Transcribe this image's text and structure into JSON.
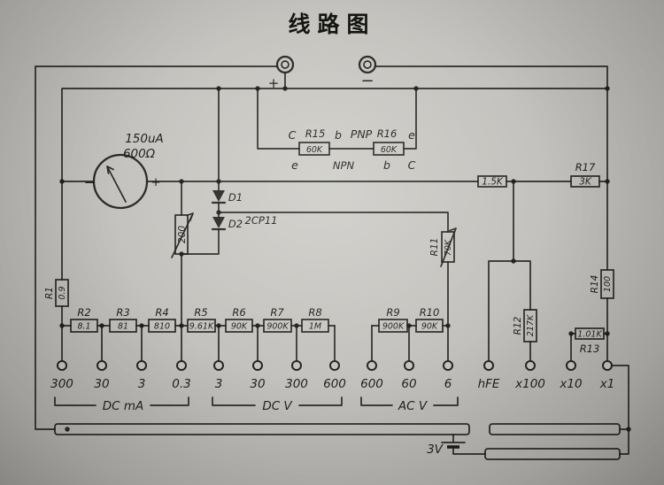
{
  "title": "线路图",
  "jacks": {
    "plus": "+",
    "minus": "−"
  },
  "meter": {
    "rating": "150uA",
    "resistance": "600Ω",
    "neg": "−",
    "pos": "+"
  },
  "transistor_test": {
    "c1": "C",
    "r15_name": "R15",
    "b1": "b",
    "pnp": "PNP",
    "e1": "e",
    "npn": "NPN",
    "r15_value": "60K",
    "r16_name": "R16",
    "e2": "e",
    "r16_value": "60K",
    "b2": "b",
    "c2": "C"
  },
  "diodes": {
    "d1": "D1",
    "d2": "D2",
    "type": "2CP11"
  },
  "resistors": {
    "pot200": "200",
    "series": "1.5K",
    "r1": {
      "name": "R1",
      "value": "0.9"
    },
    "r2": {
      "name": "R2",
      "value": "8.1"
    },
    "r3": {
      "name": "R3",
      "value": "81"
    },
    "r4": {
      "name": "R4",
      "value": "810"
    },
    "r5": {
      "name": "R5",
      "value": "9.61K"
    },
    "r6": {
      "name": "R6",
      "value": "90K"
    },
    "r7": {
      "name": "R7",
      "value": "900K"
    },
    "r8": {
      "name": "R8",
      "value": "1M"
    },
    "r9": {
      "name": "R9",
      "value": "900K"
    },
    "r10": {
      "name": "R10",
      "value": "90K"
    },
    "r11": {
      "name": "R11",
      "value": "70K"
    },
    "r12": {
      "name": "R12",
      "value": "217K"
    },
    "r13": {
      "name": "R13",
      "value": "1.01K"
    },
    "r14": {
      "name": "R14",
      "value": "100"
    },
    "r17": {
      "name": "R17",
      "value": "3K"
    }
  },
  "battery": {
    "label": "3V"
  },
  "terminals": [
    "300",
    "30",
    "3",
    "0.3",
    "3",
    "30",
    "300",
    "600",
    "600",
    "60",
    "6",
    "hFE",
    "x100",
    "x10",
    "x1"
  ],
  "ranges": {
    "dcma": "DC mA",
    "dcv": "DC V",
    "acv": "AC V"
  }
}
